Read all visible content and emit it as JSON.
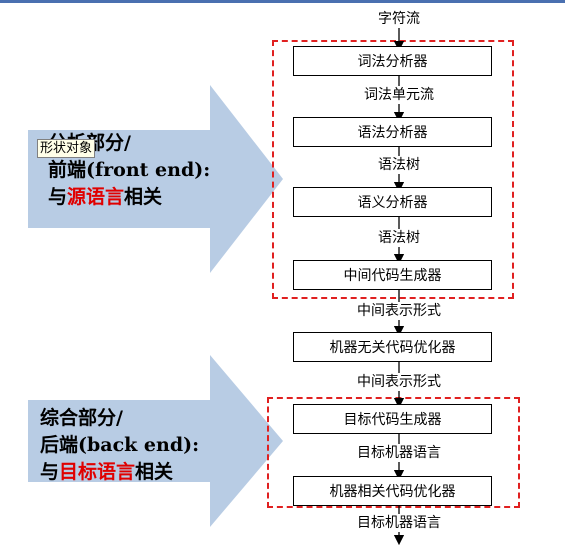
{
  "input_stream": "字符流",
  "stages": [
    {
      "label": "词法分析器"
    },
    {
      "label": "语法分析器"
    },
    {
      "label": "语义分析器"
    },
    {
      "label": "中间代码生成器"
    },
    {
      "label": "机器无关代码优化器"
    },
    {
      "label": "目标代码生成器"
    },
    {
      "label": "机器相关代码优化器"
    }
  ],
  "connectors": [
    "词法单元流",
    "语法树",
    "语法树",
    "中间表示形式",
    "中间表示形式",
    "目标机器语言",
    "目标机器语言"
  ],
  "front_group": {
    "line1": "分析部分/",
    "line2": "前端(front end):",
    "line3_prefix": "与",
    "line3_highlight": "源语言",
    "line3_suffix": "相关"
  },
  "back_group": {
    "line1": "综合部分/",
    "line2": "后端(back end):",
    "line3_prefix": "与",
    "line3_highlight": "目标语言",
    "line3_suffix": "相关"
  },
  "shape_tooltip": "形状对象",
  "colors": {
    "arrow_fill": "#b8cce4",
    "dashed_border": "#e02020",
    "highlight_text": "#e00000"
  }
}
